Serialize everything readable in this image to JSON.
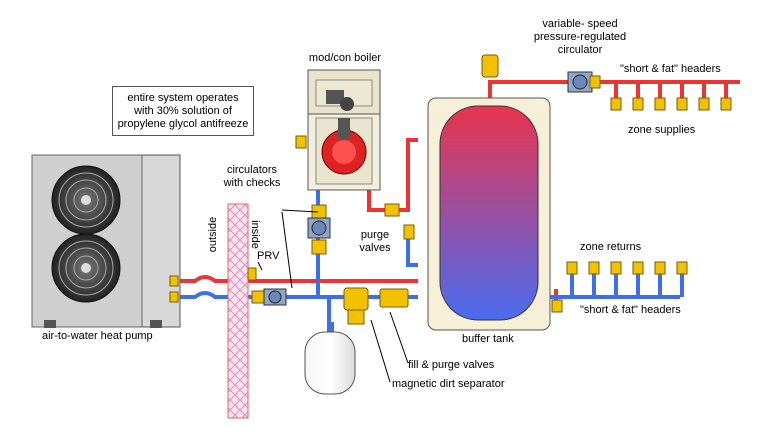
{
  "labels": {
    "boiler": "mod/con boiler",
    "circulator_top_1": "variable- speed",
    "circulator_top_2": "pressure-regulated",
    "circulator_top_3": "circulator",
    "headers_top": "\"short & fat\" headers",
    "zone_supplies": "zone supplies",
    "note_1": "entire system operates",
    "note_2": "with 30% solution of",
    "note_3": "propylene glycol antifreeze",
    "circulators_1": "circulators",
    "circulators_2": "with checks",
    "outside": "outside",
    "inside": "inside",
    "prv": "PRV",
    "purge_1": "purge",
    "purge_2": "valves",
    "zone_returns": "zone returns",
    "headers_bottom": "\"short & fat\" headers",
    "heat_pump": "air-to-water heat pump",
    "buffer_tank": "buffer tank",
    "fill_purge": "fill & purge valves",
    "dirt_sep": "magnetic dirt separator"
  },
  "colors": {
    "supply": "#ee3333",
    "return": "#3f6fe8",
    "valve": "#f2c200",
    "tank_top": "#e8344d",
    "tank_bottom": "#4a6cf0",
    "tank_frame": "#f6f0d8",
    "heat_pump": "#d0d0d0",
    "boiler": "#f2efdc",
    "wall_hatch": "#f1aacb"
  }
}
